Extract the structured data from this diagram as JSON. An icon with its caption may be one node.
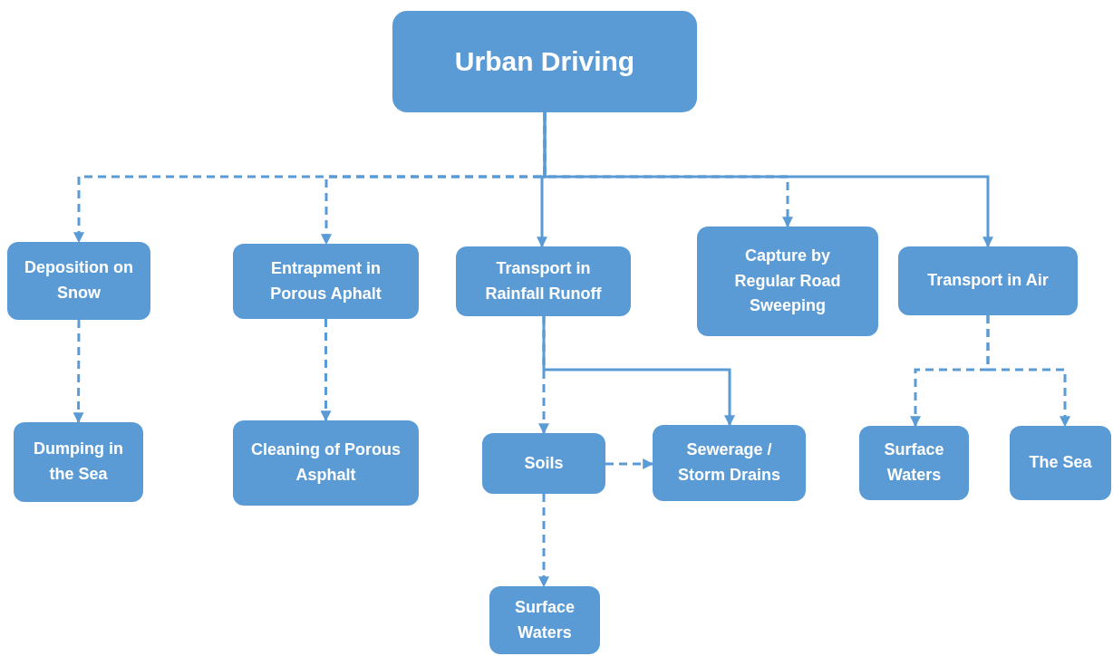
{
  "diagram": {
    "nodes": [
      {
        "text": [
          "Urban Driving"
        ]
      },
      {
        "text": [
          "Deposition on Snow"
        ]
      },
      {
        "text": [
          "Entrapment in Porous Aphalt"
        ]
      },
      {
        "text": [
          "Transport in Rainfall Runoff"
        ]
      },
      {
        "text": [
          "Capture by Regular Road Sweeping"
        ]
      },
      {
        "text": [
          "Transport in Air"
        ]
      },
      {
        "text": [
          "Dumping in the Sea"
        ]
      },
      {
        "text": [
          "Cleaning of Porous Asphalt"
        ]
      },
      {
        "text": [
          "Soils"
        ]
      },
      {
        "text": [
          "Sewerage / Storm Drains"
        ]
      },
      {
        "text": [
          "Surface Waters"
        ]
      },
      {
        "text": [
          "The Sea"
        ]
      },
      {
        "text": [
          "Surface Waters"
        ]
      }
    ],
    "edges": [
      {
        "from": 0,
        "to": 1,
        "arrow": "to",
        "style": "dashed"
      },
      {
        "from": 0,
        "to": 2,
        "arrow": "to",
        "style": "dashed"
      },
      {
        "from": 0,
        "to": 3,
        "arrow": "to"
      },
      {
        "from": 0,
        "to": 4,
        "arrow": "to",
        "style": "dashed"
      },
      {
        "from": 0,
        "to": 5,
        "arrow": "to"
      },
      {
        "from": 1,
        "to": 6,
        "arrow": "to",
        "style": "dashed"
      },
      {
        "from": 2,
        "to": 7,
        "arrow": "to",
        "style": "dashed"
      },
      {
        "from": 3,
        "to": 8,
        "arrow": "to",
        "style": "dashed"
      },
      {
        "from": 3,
        "to": 9,
        "arrow": "to"
      },
      {
        "from": 8,
        "to": 9,
        "arrow": "to",
        "style": "dashed"
      },
      {
        "from": 8,
        "to": 12,
        "arrow": "to",
        "style": "dashed"
      },
      {
        "from": 5,
        "to": 10,
        "arrow": "to",
        "style": "dashed"
      },
      {
        "from": 5,
        "to": 11,
        "arrow": "to",
        "style": "dashed"
      }
    ]
  }
}
